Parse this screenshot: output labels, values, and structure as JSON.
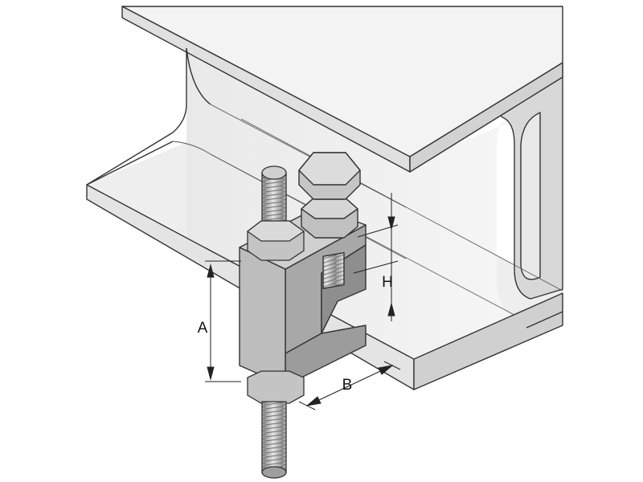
{
  "labels": {
    "A": "A",
    "H": "H",
    "B": "B"
  },
  "colors": {
    "beam_light": "#f1f1f1",
    "beam_mid": "#e2e2e2",
    "beam_dark": "#cfcfcf",
    "clamp_front": "#bdbdbd",
    "clamp_side": "#a9a9a9",
    "clamp_top": "#d3d3d3",
    "bolt": "#c8c8c8",
    "outline": "#333333"
  }
}
